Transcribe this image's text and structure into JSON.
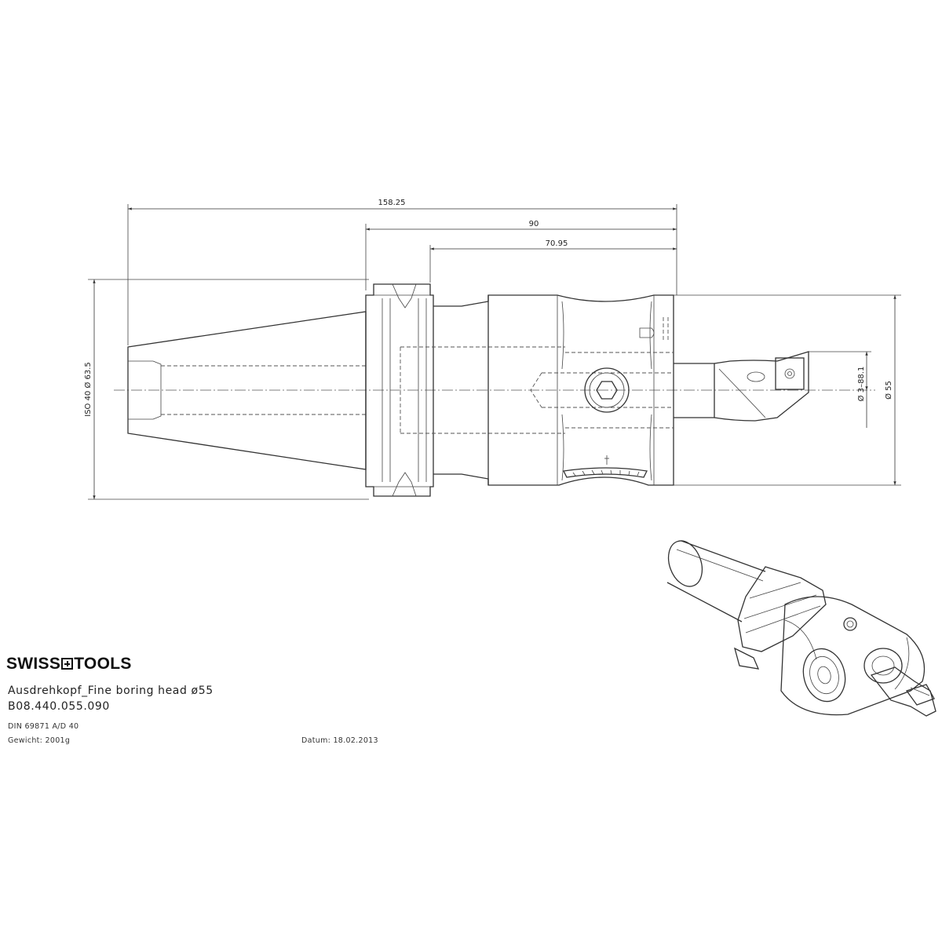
{
  "drawing": {
    "dimensions": {
      "overall_length": "158.25",
      "length_90": "90",
      "length_70_95": "70.95",
      "taper_flange_dia": "ISO 40  Ø 63.5",
      "boring_range": "Ø 3–88.1",
      "head_dia": "Ø 55"
    }
  },
  "titleblock": {
    "brand_left": "SWISS",
    "brand_right": "TOOLS",
    "description": "Ausdrehkopf_Fine boring head ø55",
    "part_number": "B08.440.055.090",
    "standard": "DIN 69871 A/D 40",
    "weight": "Gewicht: 2001g",
    "date": "Datum: 18.02.2013"
  },
  "icons": {
    "brand_mark": "swiss-cross-icon",
    "hex_socket": "hex-socket-icon",
    "insert": "insert-icon",
    "dial": "scale-dial-icon"
  }
}
